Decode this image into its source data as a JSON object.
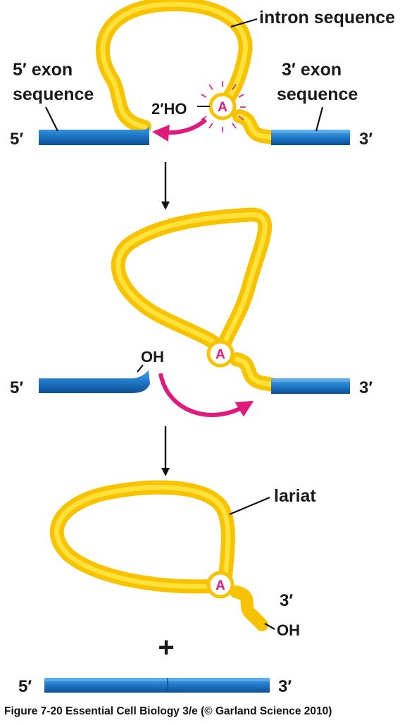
{
  "colors": {
    "exon": "#1f78c8",
    "exon_dark": "#0f4f94",
    "intron": "#f7c300",
    "intron_light": "#ffe84a",
    "arrow": "#e0197d",
    "branch_letter": "#e0197d"
  },
  "step1": {
    "intron_label": "intron sequence",
    "exon5_label_line1": "5′ exon",
    "exon5_label_line2": "sequence",
    "exon3_label_line1": "3′ exon",
    "exon3_label_line2": "sequence",
    "end5": "5′",
    "end3": "3′",
    "hydroxyl": "2′HO",
    "branch": "A"
  },
  "step2": {
    "end5": "5′",
    "end3": "3′",
    "hydroxyl": "OH",
    "branch": "A"
  },
  "step3": {
    "lariat_label": "lariat",
    "branch": "A",
    "end3": "3′",
    "hydroxyl": "OH",
    "plus": "+",
    "product_end5": "5′",
    "product_end3": "3′"
  },
  "caption": "Figure 7-20  Essential Cell Biology 3/e (© Garland Science 2010)"
}
